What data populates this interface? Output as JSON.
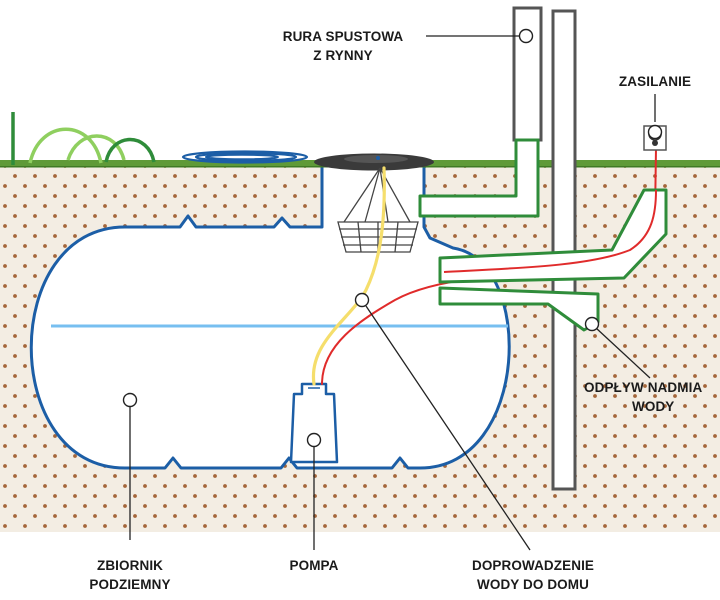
{
  "labels": {
    "downpipe": [
      "RURA SPUSTOWA",
      "Z RYNNY"
    ],
    "power": [
      "ZASILANIE"
    ],
    "overflow": [
      "ODPŁYW NADMIA",
      "WODY"
    ],
    "tank": [
      "ZBIORNIK",
      "PODZIEMNY"
    ],
    "pump": [
      "POMPA"
    ],
    "house_supply": [
      "DOPROWADZENIE",
      "WODY DO DOMU"
    ]
  },
  "colors": {
    "soil": "#f3ede3",
    "soil_dots": "#a4663a",
    "grass": "#5f9a38",
    "tank_outline": "#1c5ea6",
    "water_line": "#77bff0",
    "pipe_outline": "#2f8c3a",
    "power_cable": "#e02b2b",
    "hose": "#f5de6c",
    "post_outline": "#555555",
    "leader_line": "#222222",
    "label_text": "#1b1b1b"
  }
}
